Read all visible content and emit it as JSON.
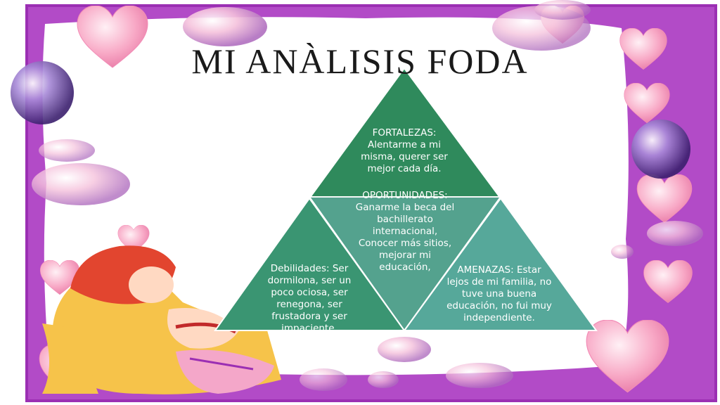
{
  "slide": {
    "title": "MI ANÀLISIS FODA"
  },
  "foda": {
    "fortalezas": "FORTALEZAS: Alentarme a mi misma, querer ser mejor cada día.",
    "oportunidades": "OPORTUNIDADES: Ganarme la beca del bachillerato internacional, Conocer más sitios, mejorar mi educación,",
    "debilidades": "Debilidades: Ser dormilona, ser un poco ociosa, ser renegona, ser frustadora y ser impaciente.",
    "amenazas": "AMENAZAS: Estar lejos de mi familia, no tuve una buena educación, no fui muy independiente."
  },
  "colors": {
    "frame_purple": "#9b2fb3",
    "heart_pink": "#f7a6c4",
    "triangle_dark": "#2f8a5c",
    "triangle_mid": "#3a9572",
    "triangle_light": "#56a89a",
    "triangle_center": "#4b9e88"
  }
}
